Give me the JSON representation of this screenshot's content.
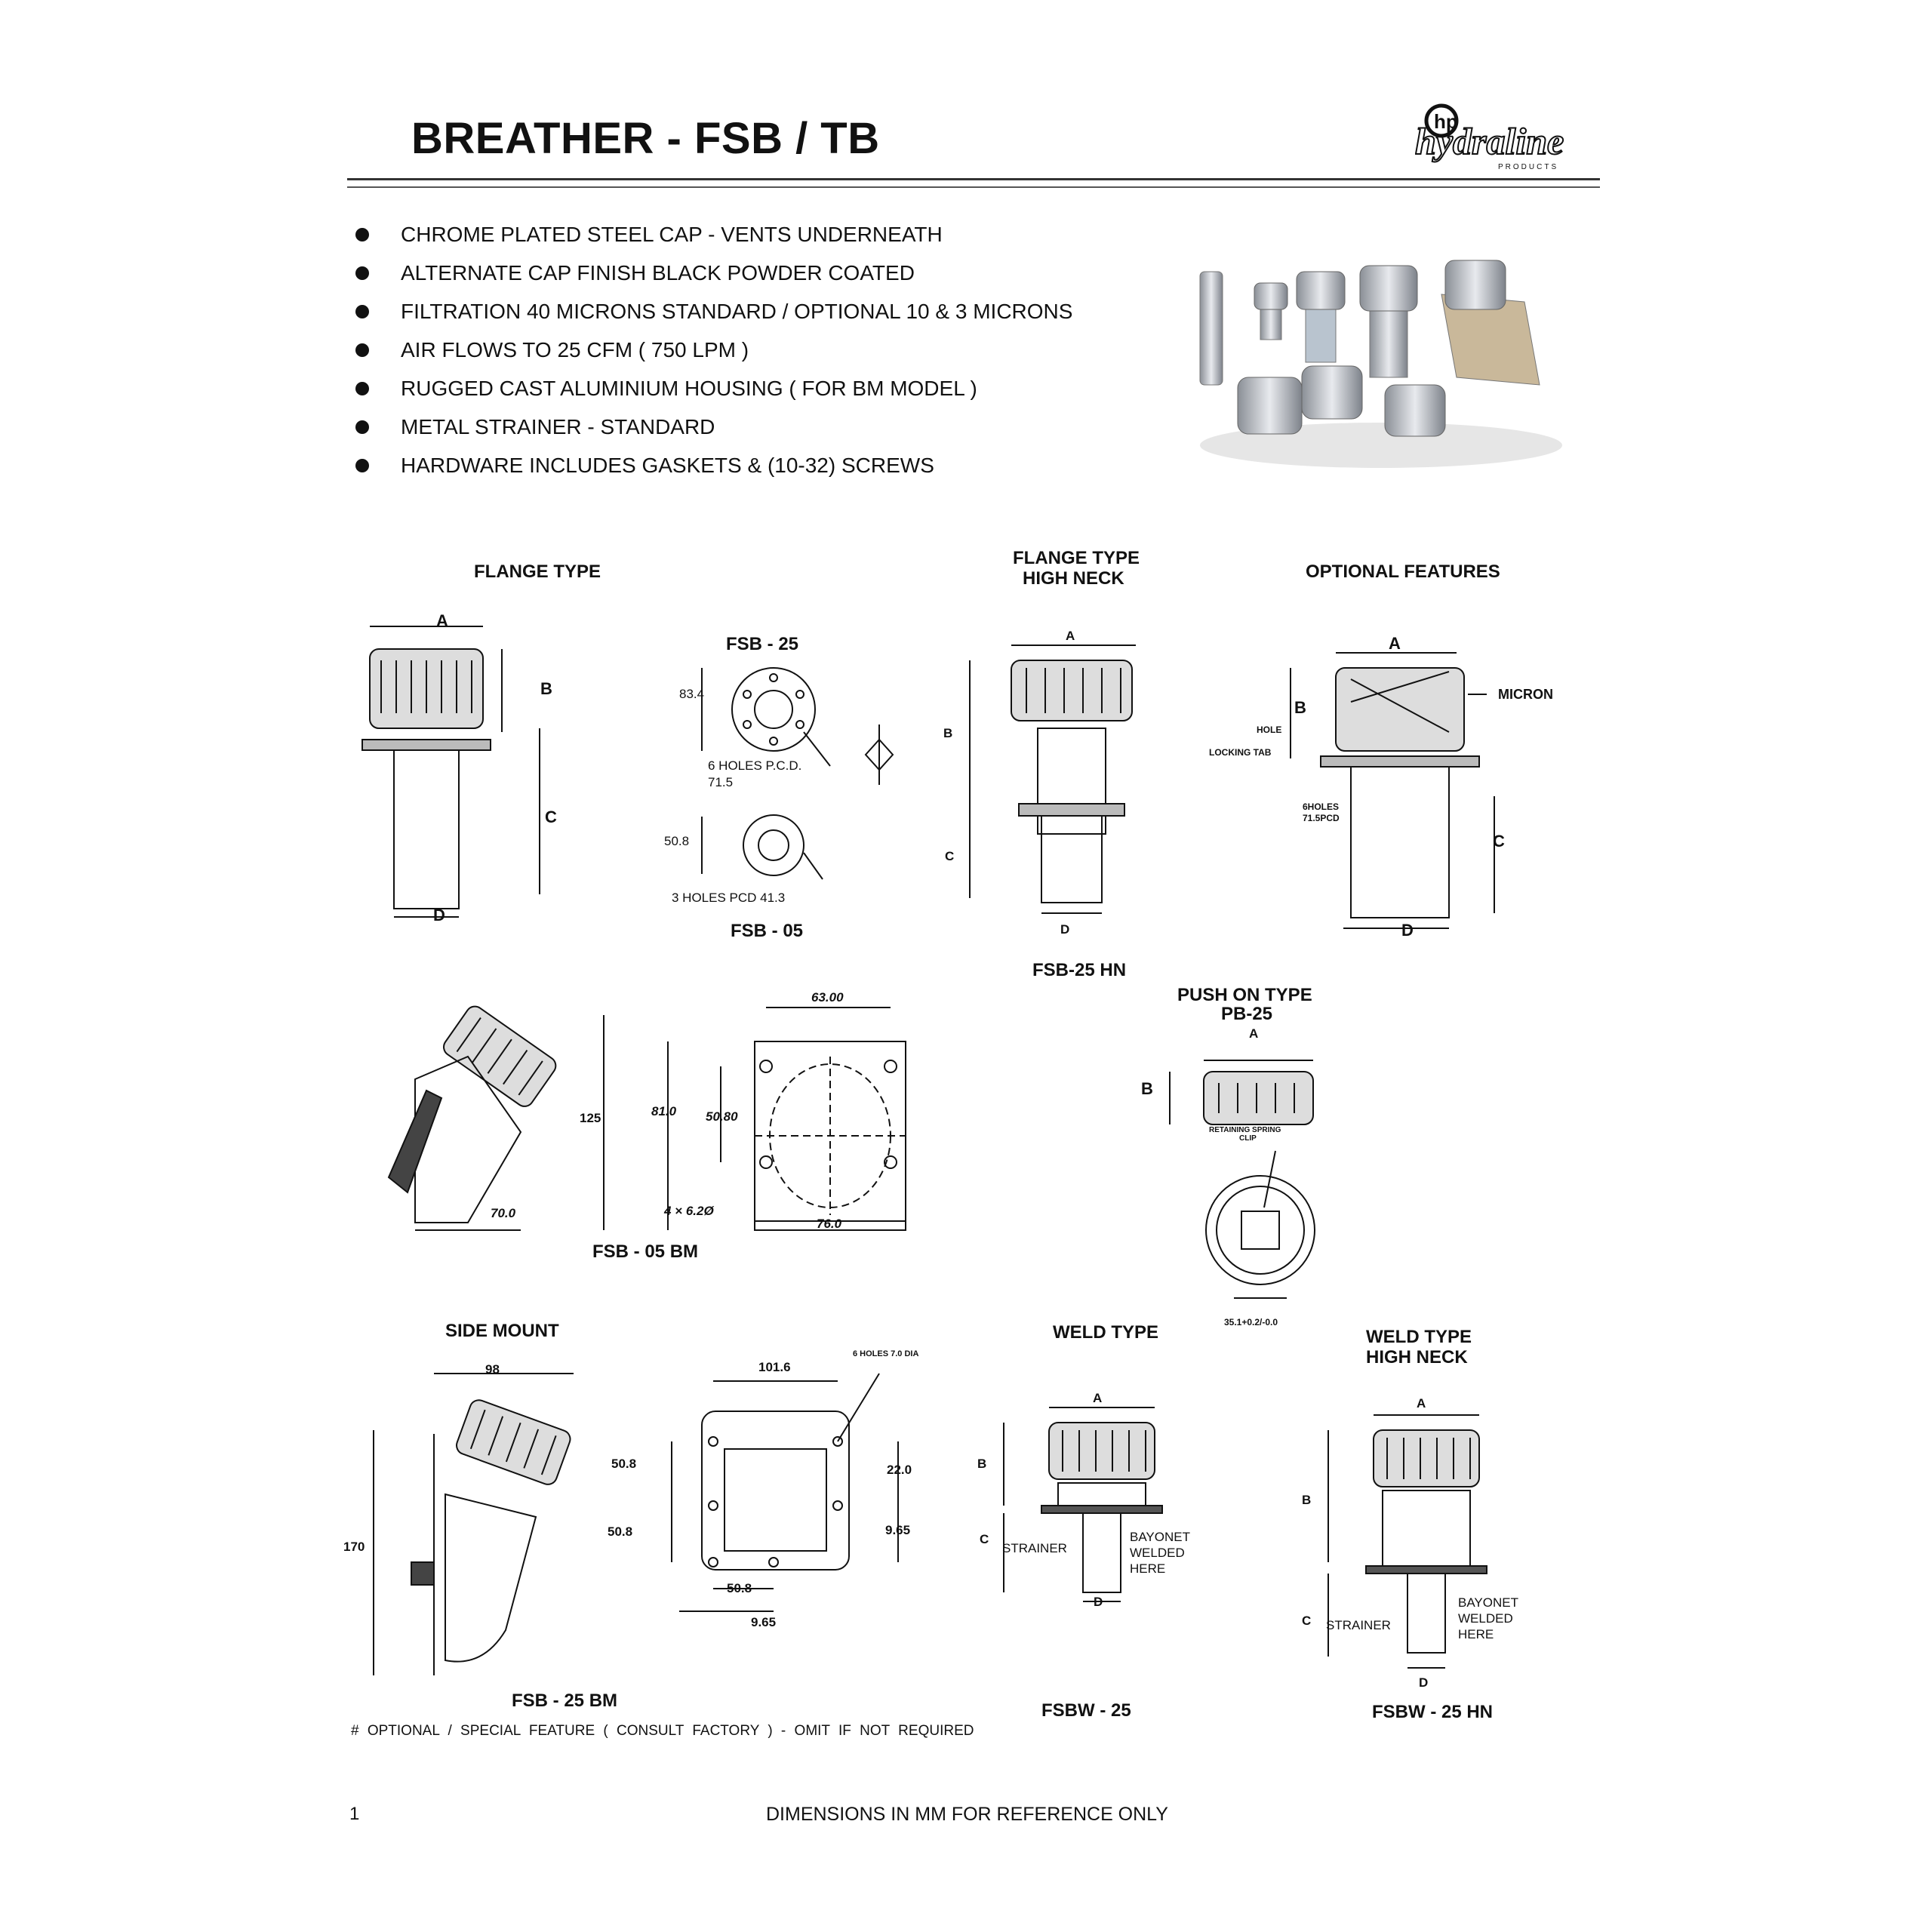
{
  "header": {
    "title": "BREATHER - FSB / TB",
    "logo_text": "hydraline",
    "logo_sub": "PRODUCTS"
  },
  "features": [
    "CHROME PLATED STEEL CAP - VENTS UNDERNEATH",
    "ALTERNATE CAP FINISH BLACK POWDER COATED",
    "FILTRATION 40 MICRONS STANDARD / OPTIONAL 10 & 3 MICRONS",
    "AIR FLOWS TO 25 CFM ( 750 LPM )",
    "RUGGED CAST ALUMINIUM HOUSING ( FOR BM MODEL )",
    "METAL STRAINER    -  STANDARD",
    "HARDWARE INCLUDES GASKETS & (10-32) SCREWS"
  ],
  "sections": {
    "flange_type": "FLANGE TYPE",
    "flange_high_neck_1": "FLANGE TYPE",
    "flange_high_neck_2": "HIGH NECK",
    "optional_features": "OPTIONAL FEATURES",
    "push_on_1": "PUSH ON TYPE",
    "push_on_2": "PB-25",
    "side_mount": "SIDE MOUNT",
    "weld_type": "WELD TYPE",
    "weld_high_neck_1": "WELD TYPE",
    "weld_high_neck_2": "HIGH NECK"
  },
  "models": {
    "fsb25": "FSB - 25",
    "fsb05": "FSB - 05",
    "fsb25hn": "FSB-25 HN",
    "fsb05bm": "FSB - 05 BM",
    "fsb25bm": "FSB - 25 BM",
    "fsbw25": "FSBW - 25",
    "fsbw25hn": "FSBW - 25  HN"
  },
  "labels": {
    "A": "A",
    "B": "B",
    "C": "C",
    "D": "D",
    "fsb25_dim": "83.4",
    "fsb25_holes": "6 HOLES P.C.D.",
    "fsb25_pcd": "71.5",
    "fsb05_dim": "50.8",
    "fsb05_holes": "3 HOLES PCD 41.3",
    "micron": "MICRON",
    "hole": "HOLE",
    "locking_tab": "LOCKING TAB",
    "six_holes": "6HOLES",
    "pcd_715": "71.5PCD",
    "bm_125": "125",
    "bm_70": "70.0",
    "bm_6300": "63.00",
    "bm_810": "81.0",
    "bm_5080": "50.80",
    "bm_holes": "4 × 6.2Ø",
    "bm_760": "76.0",
    "retaining": "RETAINING SPRING",
    "clip": "CLIP",
    "push_dia": "35.1+0.2/-0.0",
    "sm_98": "98",
    "sm_170": "170",
    "sm_1016": "101.6",
    "sm_holes": "6 HOLES 7.0 DIA",
    "sm_508a": "50.8",
    "sm_508b": "50.8",
    "sm_508c": "50.8",
    "sm_220": "22.0",
    "sm_965a": "9.65",
    "sm_965b": "9.65",
    "strainer": "STRAINER",
    "bayonet": "BAYONET",
    "welded": "WELDED",
    "here": "HERE"
  },
  "footnote": "# OPTIONAL / SPECIAL FEATURE ( CONSULT FACTORY ) - OMIT IF NOT REQUIRED",
  "page_number": "1",
  "footer": "DIMENSIONS IN MM FOR REFERENCE ONLY"
}
